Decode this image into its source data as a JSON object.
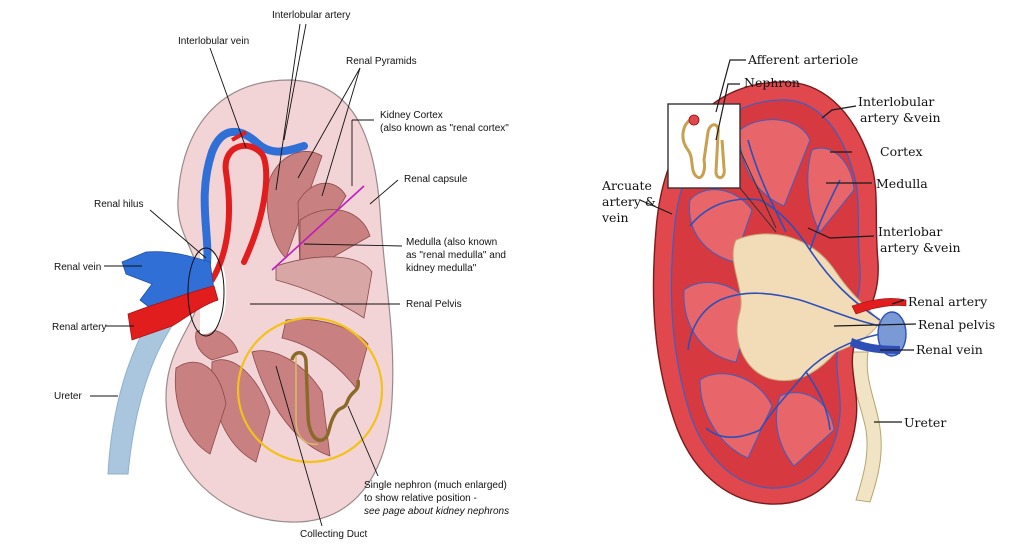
{
  "left_diagram": {
    "labels": {
      "interlobular_artery": "Interlobular artery",
      "interlobular_vein": "Interlobular vein",
      "renal_pyramids": "Renal Pyramids",
      "kidney_cortex_1": "Kidney Cortex",
      "kidney_cortex_2": "(also known as \"renal cortex\"",
      "renal_capsule": "Renal capsule",
      "renal_hilus": "Renal hilus",
      "medulla_1": "Medulla (also known",
      "medulla_2": "as \"renal medulla\" and",
      "medulla_3": "kidney medulla\"",
      "renal_vein": "Renal vein",
      "renal_pelvis": "Renal Pelvis",
      "renal_artery": "Renal artery",
      "ureter": "Ureter",
      "nephron_1": "Single nephron (much enlarged)",
      "nephron_2": "to show relative position -",
      "nephron_3": "see page about kidney nephrons",
      "collecting_duct": "Collecting Duct"
    }
  },
  "right_diagram": {
    "labels": {
      "afferent_arteriole": "Afferent arteriole",
      "nephron": "Nephron",
      "interlobular_1": "Interlobular",
      "interlobular_2": "artery &vein",
      "cortex": "Cortex",
      "medulla": "Medulla",
      "arcuate_1": "Arcuate",
      "arcuate_2": "artery &",
      "arcuate_3": "vein",
      "interlobar_1": "Interlobar",
      "interlobar_2": "artery &vein",
      "renal_artery": "Renal artery",
      "renal_pelvis": "Renal pelvis",
      "renal_vein": "Renal vein",
      "ureter": "Ureter"
    }
  },
  "colors": {
    "capsule": "#f3d4d6",
    "pyramid": "#c98080",
    "vein": "#2f6fd6",
    "artery": "#e11d1d",
    "ureter": "#a9c6de",
    "nephron_circle": "#f2c21b",
    "medulla_line": "#c21ac2",
    "kidney_red": "#e0484d",
    "pelvis_cream": "#f2dcb8"
  }
}
